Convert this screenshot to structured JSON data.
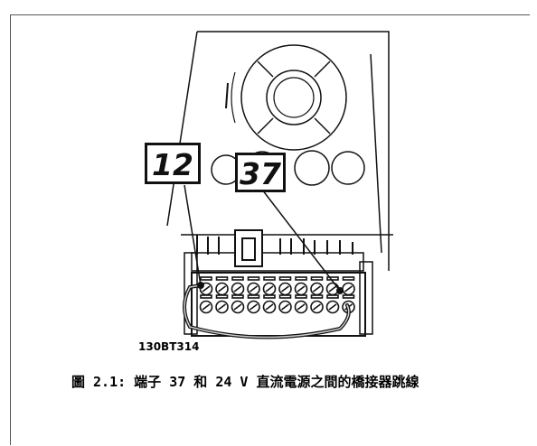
{
  "figure": {
    "callouts": {
      "left": "12",
      "right": "37"
    },
    "drawing_code": "130BT314"
  },
  "caption": "圖 2.1: 端子 37 和 24 V 直流電源之間的橋接器跳線"
}
